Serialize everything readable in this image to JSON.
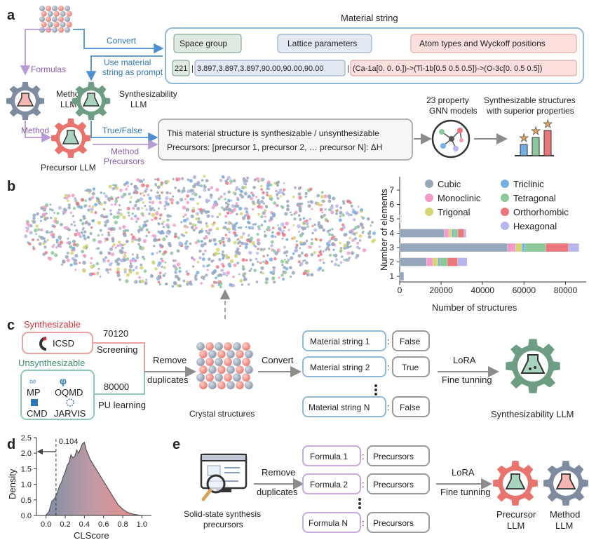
{
  "panels": {
    "a": "a",
    "b": "b",
    "c": "c",
    "d": "d",
    "e": "e"
  },
  "a": {
    "material_string_title": "Material string",
    "fields": [
      "Space group",
      "Lattice parameters",
      "Atom types and Wyckoff positions"
    ],
    "string_parts": [
      "221",
      "|",
      "3.897,3.897,3.897,90.00,90.00,90.00",
      "|",
      "(Ca-1a[0. 0. 0.])->(Ti-1b[0.5 0.5 0.5])->(O-3c[0.  0.5 0.5])"
    ],
    "convert": "Convert",
    "use_prompt": [
      "Use material",
      "string as prompt"
    ],
    "formulas": "Formulas",
    "method_llm": [
      "Method",
      "LLM"
    ],
    "synth_llm": [
      "Synthesizability",
      "LLM"
    ],
    "method": "Method",
    "true_false": "True/False",
    "method_precursors": [
      "Method",
      "Precursors"
    ],
    "precursor_llm": "Precursor LLM",
    "output_box": [
      "This material structure is synthesizable / unsynthesizable",
      "Precursors: [precursor 1, precursor 2, … precursor N]: ΔH"
    ],
    "gnn": [
      "23 property",
      "GNN models"
    ],
    "superior": [
      "Synthesizable structures",
      "with superior properties"
    ]
  },
  "b": {
    "legend": [
      "Cubic",
      "Monoclinic",
      "Trigonal",
      "Triclinic",
      "Tetragonal",
      "Orthorhombic",
      "Hexagonal"
    ]
  },
  "chart_data": {
    "type": "bar",
    "orientation": "horizontal-stacked",
    "xlabel": "Number of structures",
    "ylabel": "Number of elements",
    "xlim": [
      0,
      90000
    ],
    "xticks": [
      "0",
      "20000",
      "40000",
      "60000",
      "80000"
    ],
    "categories": [
      "1",
      "2",
      "3",
      "4",
      "5",
      "6",
      "7"
    ],
    "series": [
      {
        "name": "Cubic",
        "color": "#97a8bc",
        "values": [
          2000,
          13000,
          52000,
          21500,
          300,
          0,
          0
        ]
      },
      {
        "name": "Monoclinic",
        "color": "#f49ac8",
        "values": [
          0,
          3000,
          4000,
          2200,
          60,
          0,
          0
        ]
      },
      {
        "name": "Trigonal",
        "color": "#d4d472",
        "values": [
          0,
          2500,
          3000,
          1600,
          50,
          0,
          0
        ]
      },
      {
        "name": "Triclinic",
        "color": "#74aee3",
        "values": [
          0,
          1000,
          1500,
          800,
          40,
          0,
          0
        ]
      },
      {
        "name": "Tetragonal",
        "color": "#8cc89a",
        "values": [
          0,
          3500,
          10000,
          2000,
          100,
          0,
          0
        ]
      },
      {
        "name": "Orthorhombic",
        "color": "#e9777c",
        "values": [
          0,
          5000,
          11000,
          3000,
          200,
          0,
          0
        ]
      },
      {
        "name": "Hexagonal",
        "color": "#b6b5ec",
        "values": [
          0,
          4500,
          5000,
          1000,
          100,
          0,
          0
        ]
      }
    ]
  },
  "c": {
    "synthesizable": "Synthesizable",
    "icsd": "ICSD",
    "n_synth": "70120",
    "screening": "Screening",
    "unsynthesizable": "Unsynthesizable",
    "dbs": [
      "MP",
      "OQMD",
      "CMD",
      "JARVIS"
    ],
    "n_unsynth": "80000",
    "pu": "PU learning",
    "remove": [
      "Remove",
      "duplicates"
    ],
    "crystal": "Crystal structures",
    "convert": "Convert",
    "strings": [
      "Material string 1",
      "Material string 2",
      "Material string N"
    ],
    "labels": [
      "False",
      "True",
      "False"
    ],
    "colon": ":",
    "lora": "LoRA",
    "fine": "Fine tunning",
    "synth_llm": "Synthesizability LLM"
  },
  "d_chart": {
    "type": "area",
    "xlabel": "CLScore",
    "ylabel": "Density",
    "xlim": [
      -0.1,
      1.1
    ],
    "ylim": [
      0,
      2.5
    ],
    "xticks": [
      "0.0",
      "0.2",
      "0.4",
      "0.6",
      "0.8",
      "1.0"
    ],
    "yticks": [
      "0.0",
      "0.5",
      "1.0",
      "1.5",
      "2.0",
      "2.5"
    ],
    "threshold": 0.104,
    "threshold_label": "0.104",
    "x": [
      0.0,
      0.03,
      0.06,
      0.09,
      0.12,
      0.14,
      0.16,
      0.18,
      0.2,
      0.22,
      0.24,
      0.26,
      0.28,
      0.3,
      0.32,
      0.34,
      0.36,
      0.38,
      0.4,
      0.42,
      0.44,
      0.46,
      0.5,
      0.55,
      0.6,
      0.65,
      0.7,
      0.75,
      0.8,
      0.85,
      0.9,
      0.95,
      1.0
    ],
    "y": [
      0.02,
      0.12,
      0.45,
      0.55,
      0.75,
      0.95,
      1.05,
      1.25,
      1.4,
      1.6,
      1.7,
      1.95,
      1.85,
      1.9,
      2.1,
      2.0,
      2.15,
      2.3,
      2.35,
      2.1,
      1.95,
      1.8,
      1.6,
      1.35,
      1.1,
      0.85,
      0.6,
      0.35,
      0.2,
      0.1,
      0.05,
      0.02,
      0.0
    ]
  },
  "e": {
    "caption": [
      "Solid-state synthesis",
      "precursors"
    ],
    "remove": [
      "Remove",
      "duplicates"
    ],
    "formulas": [
      "Formula 1",
      "Formula 2",
      "Formula N"
    ],
    "precursors": "Precursors",
    "colon": ":",
    "lora": "LoRA",
    "fine": "Fine tunning",
    "precursor_llm": [
      "Precursor",
      "LLM"
    ],
    "method_llm": [
      "Method",
      "LLM"
    ]
  }
}
